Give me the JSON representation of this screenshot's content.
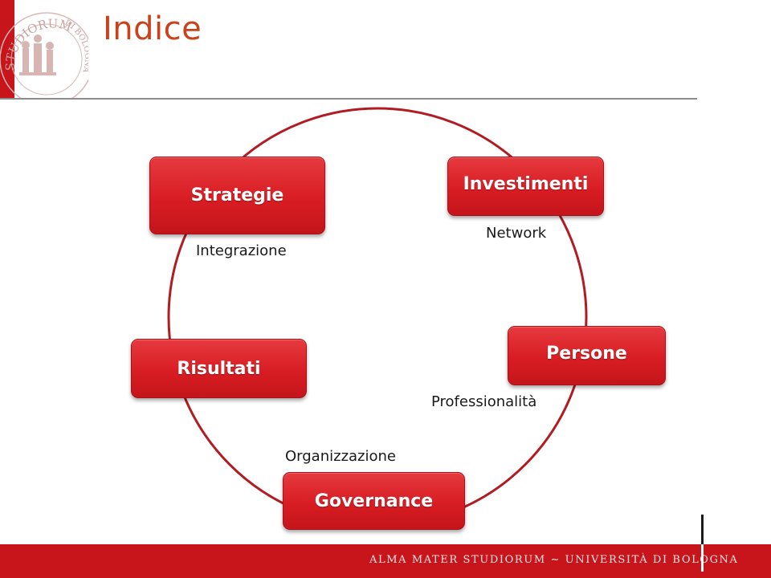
{
  "header": {
    "title": "Indice"
  },
  "logo": {
    "seal_text_top": "STUDIORUM",
    "seal_text_side": "DI BOLOGNA",
    "icon": "university-seal-icon"
  },
  "diagram": {
    "nodes": [
      {
        "id": "strategie",
        "label": "Strategie"
      },
      {
        "id": "investimenti",
        "label": "Investimenti"
      },
      {
        "id": "persone",
        "label": "Persone"
      },
      {
        "id": "governance",
        "label": "Governance"
      },
      {
        "id": "risultati",
        "label": "Risultati"
      }
    ],
    "edge_labels": {
      "integrazione": "Integrazione",
      "network": "Network",
      "professionalita": "Professionalità",
      "organizzazione": "Organizzazione"
    },
    "colors": {
      "node_fill": "#d81d23",
      "ring": "#b01c22",
      "text": "#ffffff"
    }
  },
  "footer": {
    "text": "ALMA MATER STUDIORUM ~ UNIVERSITÀ DI BOLOGNA",
    "color": "#c8141b"
  }
}
